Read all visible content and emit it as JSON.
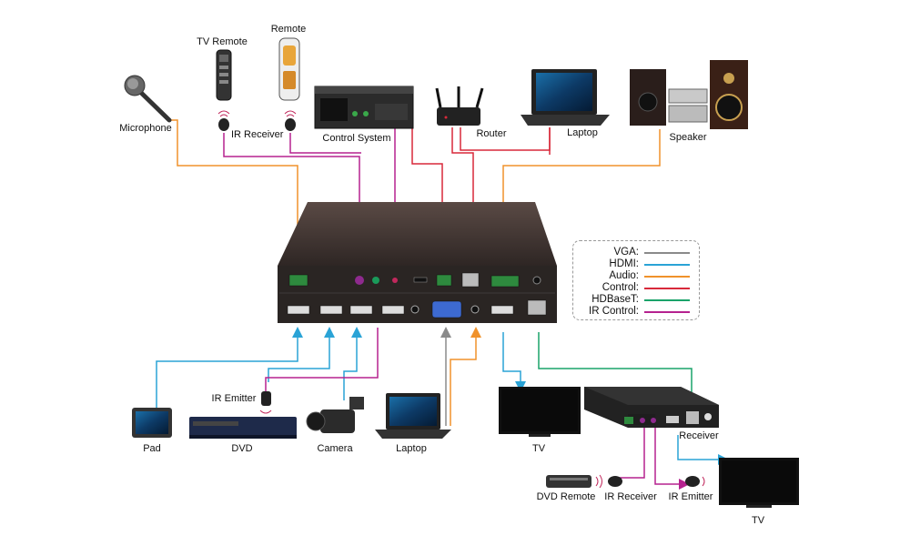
{
  "colors": {
    "vga": "#8a8a8a",
    "hdmi": "#2aa3d6",
    "audio": "#f0922b",
    "control": "#d8293a",
    "hdbaset": "#1aa36a",
    "ir": "#b5228f"
  },
  "labels": {
    "tv_remote": "TV Remote",
    "remote": "Remote",
    "microphone": "Microphone",
    "ir_receiver_top": "IR Receiver",
    "control_system": "Control System",
    "router": "Router",
    "laptop_top": "Laptop",
    "speaker": "Speaker",
    "pad": "Pad",
    "ir_emitter_left": "IR Emitter",
    "dvd": "DVD",
    "camera": "Camera",
    "laptop_bottom": "Laptop",
    "tv_mid": "TV",
    "receiver": "Receiver",
    "dvd_remote": "DVD Remote",
    "ir_receiver_bottom": "IR Receiver",
    "ir_emitter_bottom": "IR Emitter",
    "tv_bottom": "TV"
  },
  "legend": [
    {
      "label": "VGA:",
      "color": "#8a8a8a"
    },
    {
      "label": "HDMI:",
      "color": "#2aa3d6"
    },
    {
      "label": "Audio:",
      "color": "#f0922b"
    },
    {
      "label": "Control:",
      "color": "#d8293a"
    },
    {
      "label": "HDBaseT:",
      "color": "#1aa36a"
    },
    {
      "label": "IR Control:",
      "color": "#b5228f"
    }
  ]
}
